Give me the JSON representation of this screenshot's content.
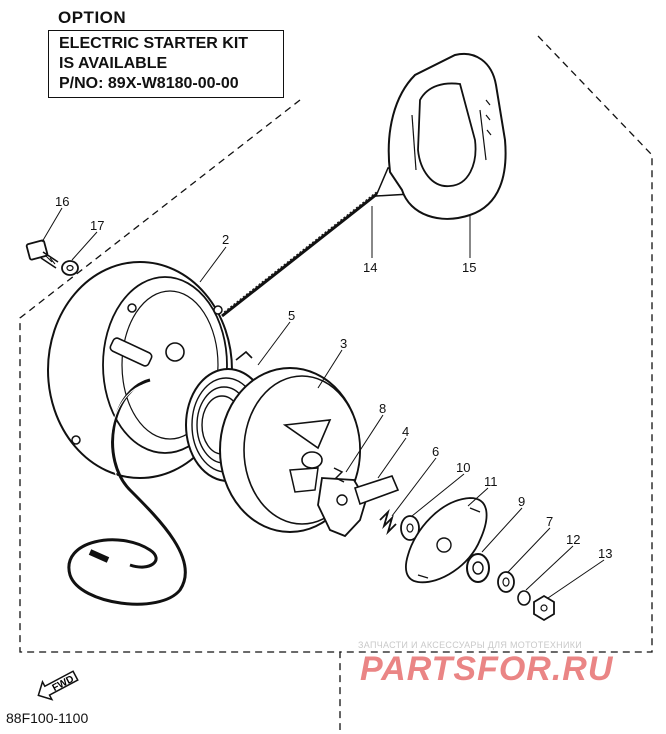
{
  "header": {
    "option_label": "OPTION",
    "kit_lines": [
      "ELECTRIC STARTER KIT",
      "IS AVAILABLE",
      "P/NO: 89X-W8180-00-00"
    ]
  },
  "part_numbers": {
    "p2": "2",
    "p3": "3",
    "p4": "4",
    "p5": "5",
    "p6": "6",
    "p7": "7",
    "p8": "8",
    "p9": "9",
    "p10": "10",
    "p11": "11",
    "p12": "12",
    "p13": "13",
    "p14": "14",
    "p15": "15",
    "p16": "16",
    "p17": "17"
  },
  "fwd_label": "FWD",
  "diagram_code": "88F100-1100",
  "watermark": {
    "small": "ЗАПЧАСТИ И АКСЕССУАРЫ ДЛЯ МОТОТЕХНИКИ",
    "big": "PARTSFOR.RU"
  }
}
